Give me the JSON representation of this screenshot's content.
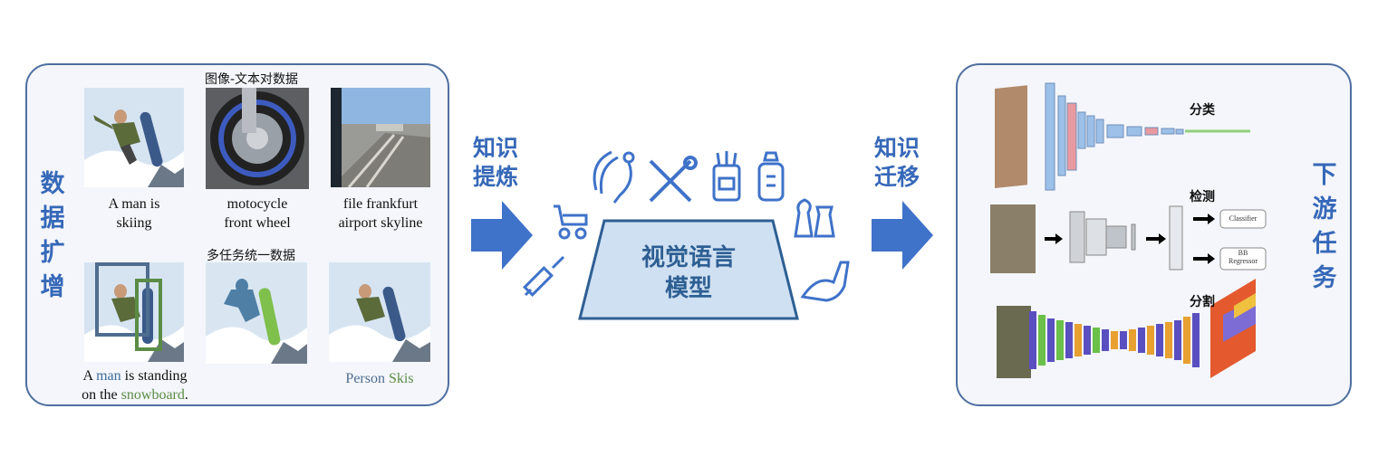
{
  "left_panel": {
    "side_label": [
      "数",
      "据",
      "扩",
      "增"
    ],
    "top_section_label": "图像-文本对数据",
    "middle_section_label": "多任务统一数据",
    "captions_top": [
      [
        "A man is",
        "skiing"
      ],
      [
        "motocycle",
        "front wheel"
      ],
      [
        "file frankfurt",
        "airport skyline"
      ]
    ],
    "caption_bottom_left": {
      "line1_a": "A ",
      "line1_man": "man",
      "line1_b": " is standing",
      "line2_a": "on the ",
      "line2_board": "snowboard",
      "line2_b": "."
    },
    "caption_bottom_right": {
      "person": "Person",
      "space": " ",
      "skis": "Skis"
    }
  },
  "arrow_left_label": [
    "知识",
    "提炼"
  ],
  "center": {
    "model_label": [
      "视觉语言",
      "模型"
    ]
  },
  "arrow_right_label": [
    "知识",
    "迁移"
  ],
  "right_panel": {
    "side_label": [
      "下",
      "游",
      "任",
      "务"
    ],
    "task_classification": "分类",
    "task_detection": "检测",
    "task_segmentation": "分割",
    "classifier_label": "Classifier",
    "bb_label_line1": "BB",
    "bb_label_line2": "Regressor"
  },
  "colors": {
    "accent_blue": "#3668b8",
    "arrow_blue": "#3f72c9",
    "panel_border": "#4f6fa0",
    "model_fill": "#cfe0f2",
    "model_border": "#2e5f93",
    "icon_color": "#3f72c9",
    "box_man": "#4f6d8f",
    "box_board": "#5a8c45"
  }
}
